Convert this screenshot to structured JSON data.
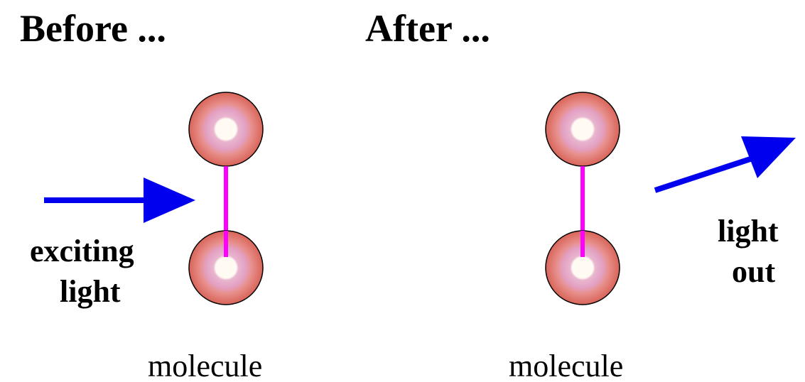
{
  "panels": {
    "before": {
      "title": "Before ...",
      "arrow_label_line1": "exciting",
      "arrow_label_line2": "light",
      "caption": "molecule"
    },
    "after": {
      "title": "After ...",
      "arrow_label_line1": "light",
      "arrow_label_line2": "out",
      "caption": "molecule"
    }
  },
  "colors": {
    "arrow": "#0000ee",
    "bond": "#ff00ff",
    "atom_outer": "#d96a5e",
    "atom_mid": "#e58a85",
    "atom_inner": "#e6a3c0",
    "atom_core": "#fff8f0",
    "atom_stroke": "#000000"
  }
}
